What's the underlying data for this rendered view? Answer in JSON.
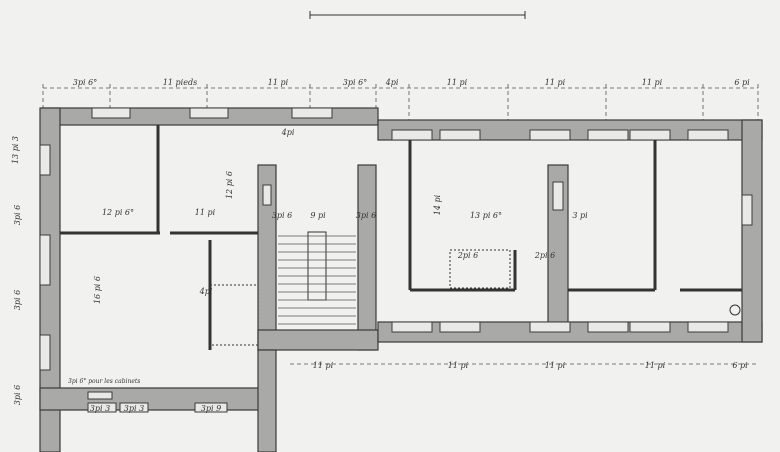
{
  "title": "Floor plan drawing (ink and wash)",
  "top_dimensions": [
    "3pi 6°",
    "11 pieds",
    "11 pi",
    "3pi 6°",
    "4pi",
    "11 pi",
    "11 pi",
    "11 pi",
    "6 pi"
  ],
  "bottom_dimensions": [
    "11 pi",
    "11 pi",
    "11 pi",
    "11 pi",
    "6 pi"
  ],
  "interior_labels": [
    "12 pi 6°",
    "11 pi",
    "3pi 6",
    "9 pi",
    "3pi 6",
    "13 pi 6°",
    "4pi",
    "2pi 6",
    "2pi 6",
    "4pi",
    "3 pi"
  ],
  "vertical_labels": [
    "13 pi 3",
    "3pi 6",
    "3pi 6",
    "3pi 6",
    "16 pi 6",
    "14 pi",
    "12 pi 6"
  ],
  "corridor_labels": [
    "3pi 3",
    "3pi 3",
    "3pi 9"
  ],
  "notes": [
    "3pi 6° pour les cabinets"
  ],
  "colors": {
    "wall": "#a9a9a7",
    "paper": "#f1f1ef",
    "ink": "#333333"
  }
}
